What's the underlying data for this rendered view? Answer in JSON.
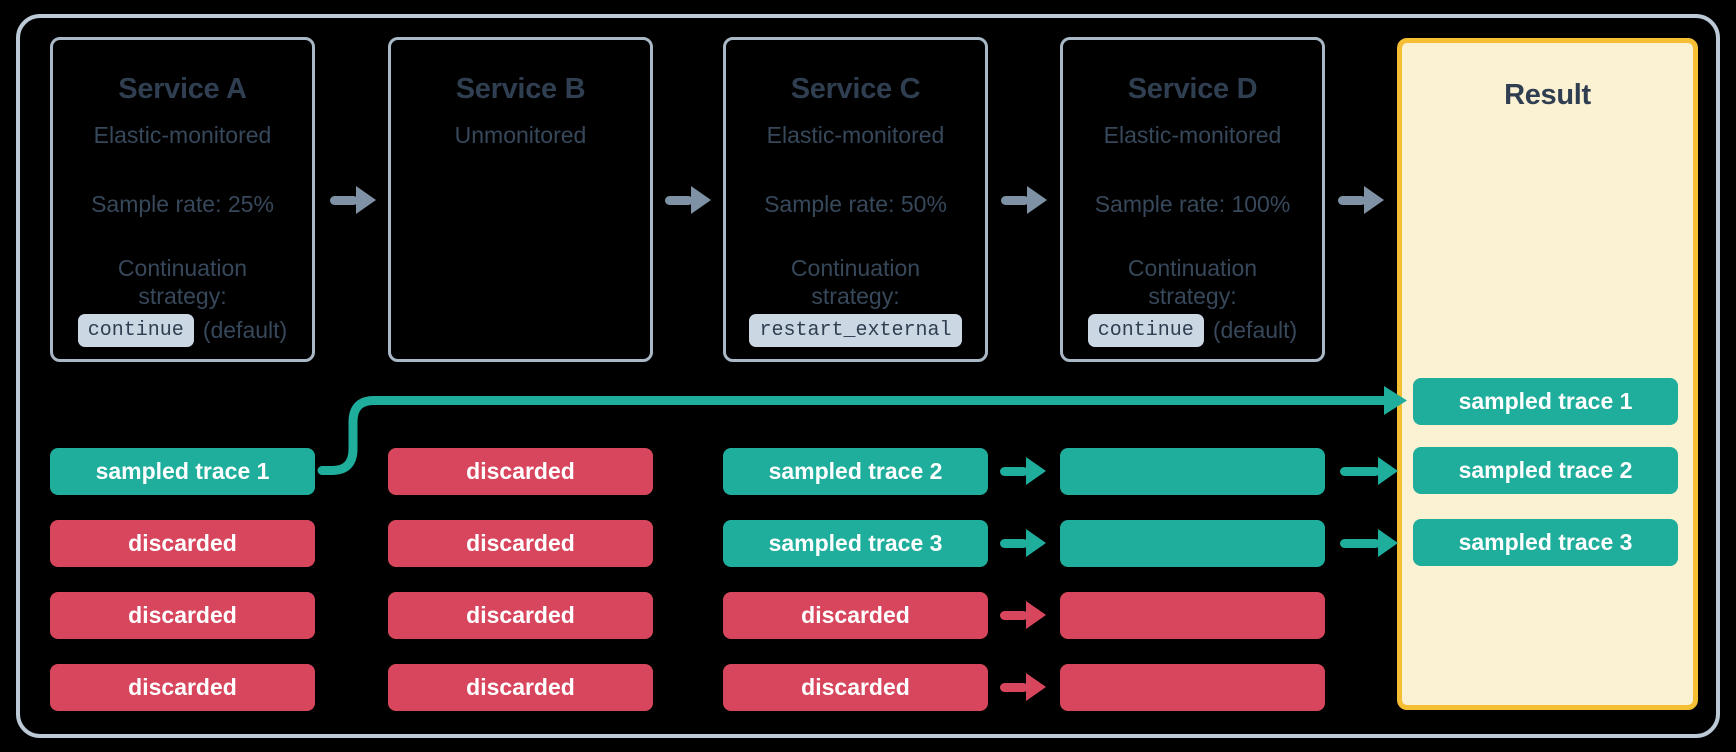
{
  "colors": {
    "background": "#000000",
    "frame_border": "#BCC9D6",
    "panel_border": "#A9B8C7",
    "panel_title_text": "#2F3E50",
    "panel_body_text": "#37485B",
    "gray_arrow": "#7E91A5",
    "sampled_teal": "#1FAD9C",
    "discarded_red": "#D7465D",
    "chip_bg": "#CBD7E2",
    "result_bg": "#FBF2D4",
    "result_border": "#F5BE33",
    "trace_text": "#FFFFFF"
  },
  "panels": [
    {
      "title": "Service A",
      "monitoring": "Elastic-monitored",
      "sample_rate": "Sample rate: 25%",
      "continuation_label": "Continuation strategy:",
      "strategy_chip": "continue",
      "strategy_suffix": "(default)"
    },
    {
      "title": "Service B",
      "monitoring": "Unmonitored"
    },
    {
      "title": "Service C",
      "monitoring": "Elastic-monitored",
      "sample_rate": "Sample rate: 50%",
      "continuation_label": "Continuation strategy:",
      "strategy_chip": "restart_external"
    },
    {
      "title": "Service D",
      "monitoring": "Elastic-monitored",
      "sample_rate": "Sample rate: 100%",
      "continuation_label": "Continuation strategy:",
      "strategy_chip": "continue",
      "strategy_suffix": "(default)"
    }
  ],
  "result": {
    "title": "Result"
  },
  "traces": {
    "service_a": [
      {
        "label": "sampled trace 1",
        "status": "sampled"
      },
      {
        "label": "discarded",
        "status": "discarded"
      },
      {
        "label": "discarded",
        "status": "discarded"
      },
      {
        "label": "discarded",
        "status": "discarded"
      }
    ],
    "service_b": [
      {
        "label": "discarded",
        "status": "discarded"
      },
      {
        "label": "discarded",
        "status": "discarded"
      },
      {
        "label": "discarded",
        "status": "discarded"
      },
      {
        "label": "discarded",
        "status": "discarded"
      }
    ],
    "service_c": [
      {
        "label": "sampled trace 2",
        "status": "sampled"
      },
      {
        "label": "sampled trace 3",
        "status": "sampled"
      },
      {
        "label": "discarded",
        "status": "discarded"
      },
      {
        "label": "discarded",
        "status": "discarded"
      }
    ],
    "service_d": [
      {
        "label": "",
        "status": "sampled"
      },
      {
        "label": "",
        "status": "sampled"
      },
      {
        "label": "",
        "status": "discarded"
      },
      {
        "label": "",
        "status": "discarded"
      }
    ],
    "result": [
      {
        "label": "sampled trace 1",
        "status": "sampled"
      },
      {
        "label": "sampled trace 2",
        "status": "sampled"
      },
      {
        "label": "sampled trace 3",
        "status": "sampled"
      }
    ]
  }
}
